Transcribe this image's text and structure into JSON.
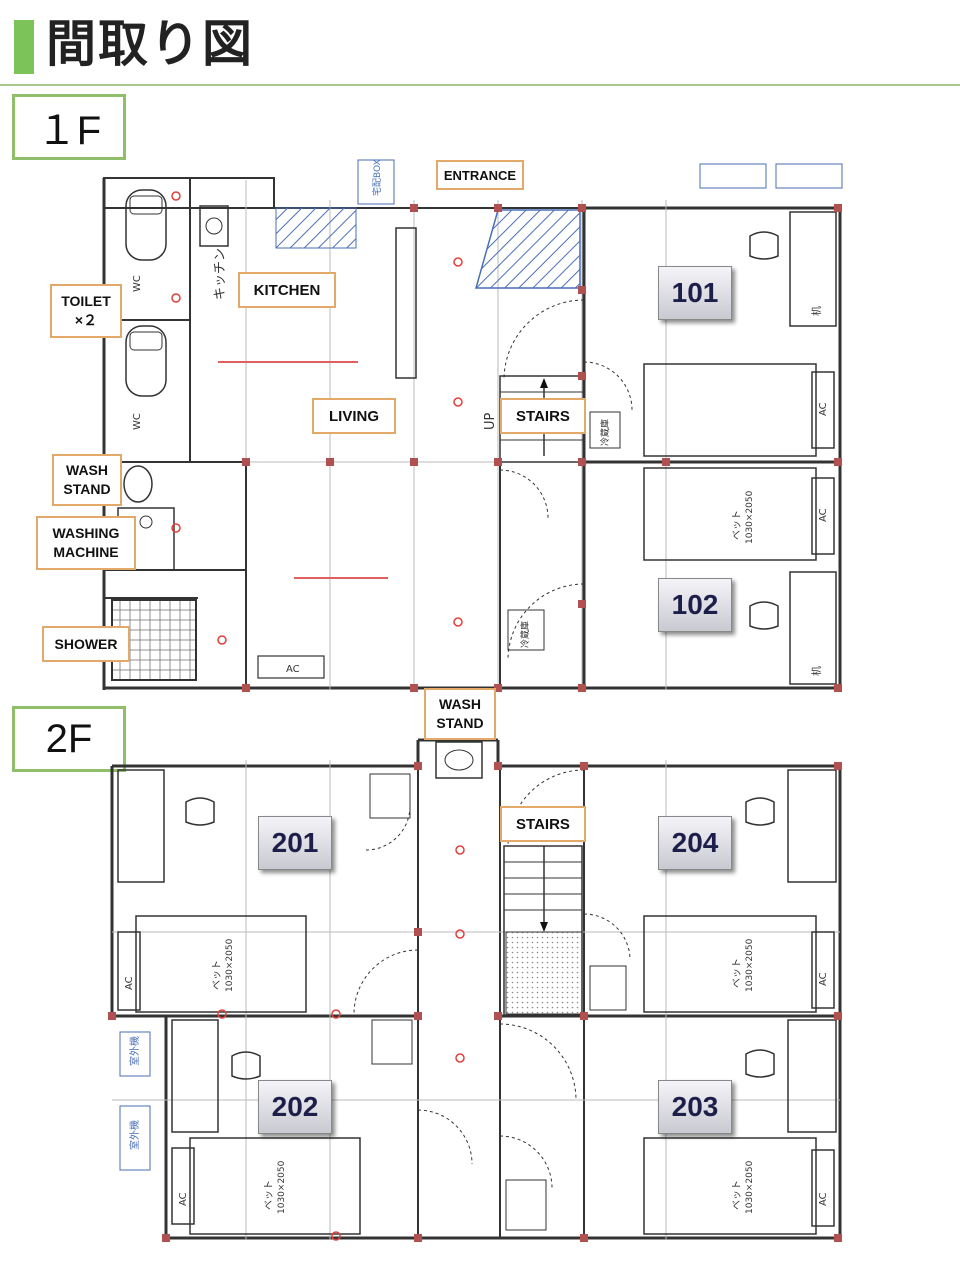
{
  "title": "間取り図",
  "floors": {
    "first": "１F",
    "second": "2F"
  },
  "labels": {
    "entrance": "ENTRANCE",
    "kitchen": "KITCHEN",
    "living": "LIVING",
    "stairs_1f": "STAIRS",
    "toilet": "TOILET\n×２",
    "wash_stand_1f": "WASH\nSTAND",
    "washing_machine": "WASHING\nMACHINE",
    "shower": "SHOWER",
    "wash_stand_2f": "WASH\nSTAND",
    "stairs_2f": "STAIRS"
  },
  "rooms": {
    "r101": "101",
    "r102": "102",
    "r201": "201",
    "r202": "202",
    "r203": "203",
    "r204": "204"
  },
  "plan_text": {
    "wc1": "WC",
    "wc2": "WC",
    "kitchen_jp": "キッチン",
    "up": "UP",
    "bed": "ベット",
    "bed_size": "1030×2050",
    "ac": "AC",
    "desk": "机",
    "fridge": "冷蔵庫",
    "outdoor_unit": "室外機",
    "box": "宅配BOX"
  }
}
